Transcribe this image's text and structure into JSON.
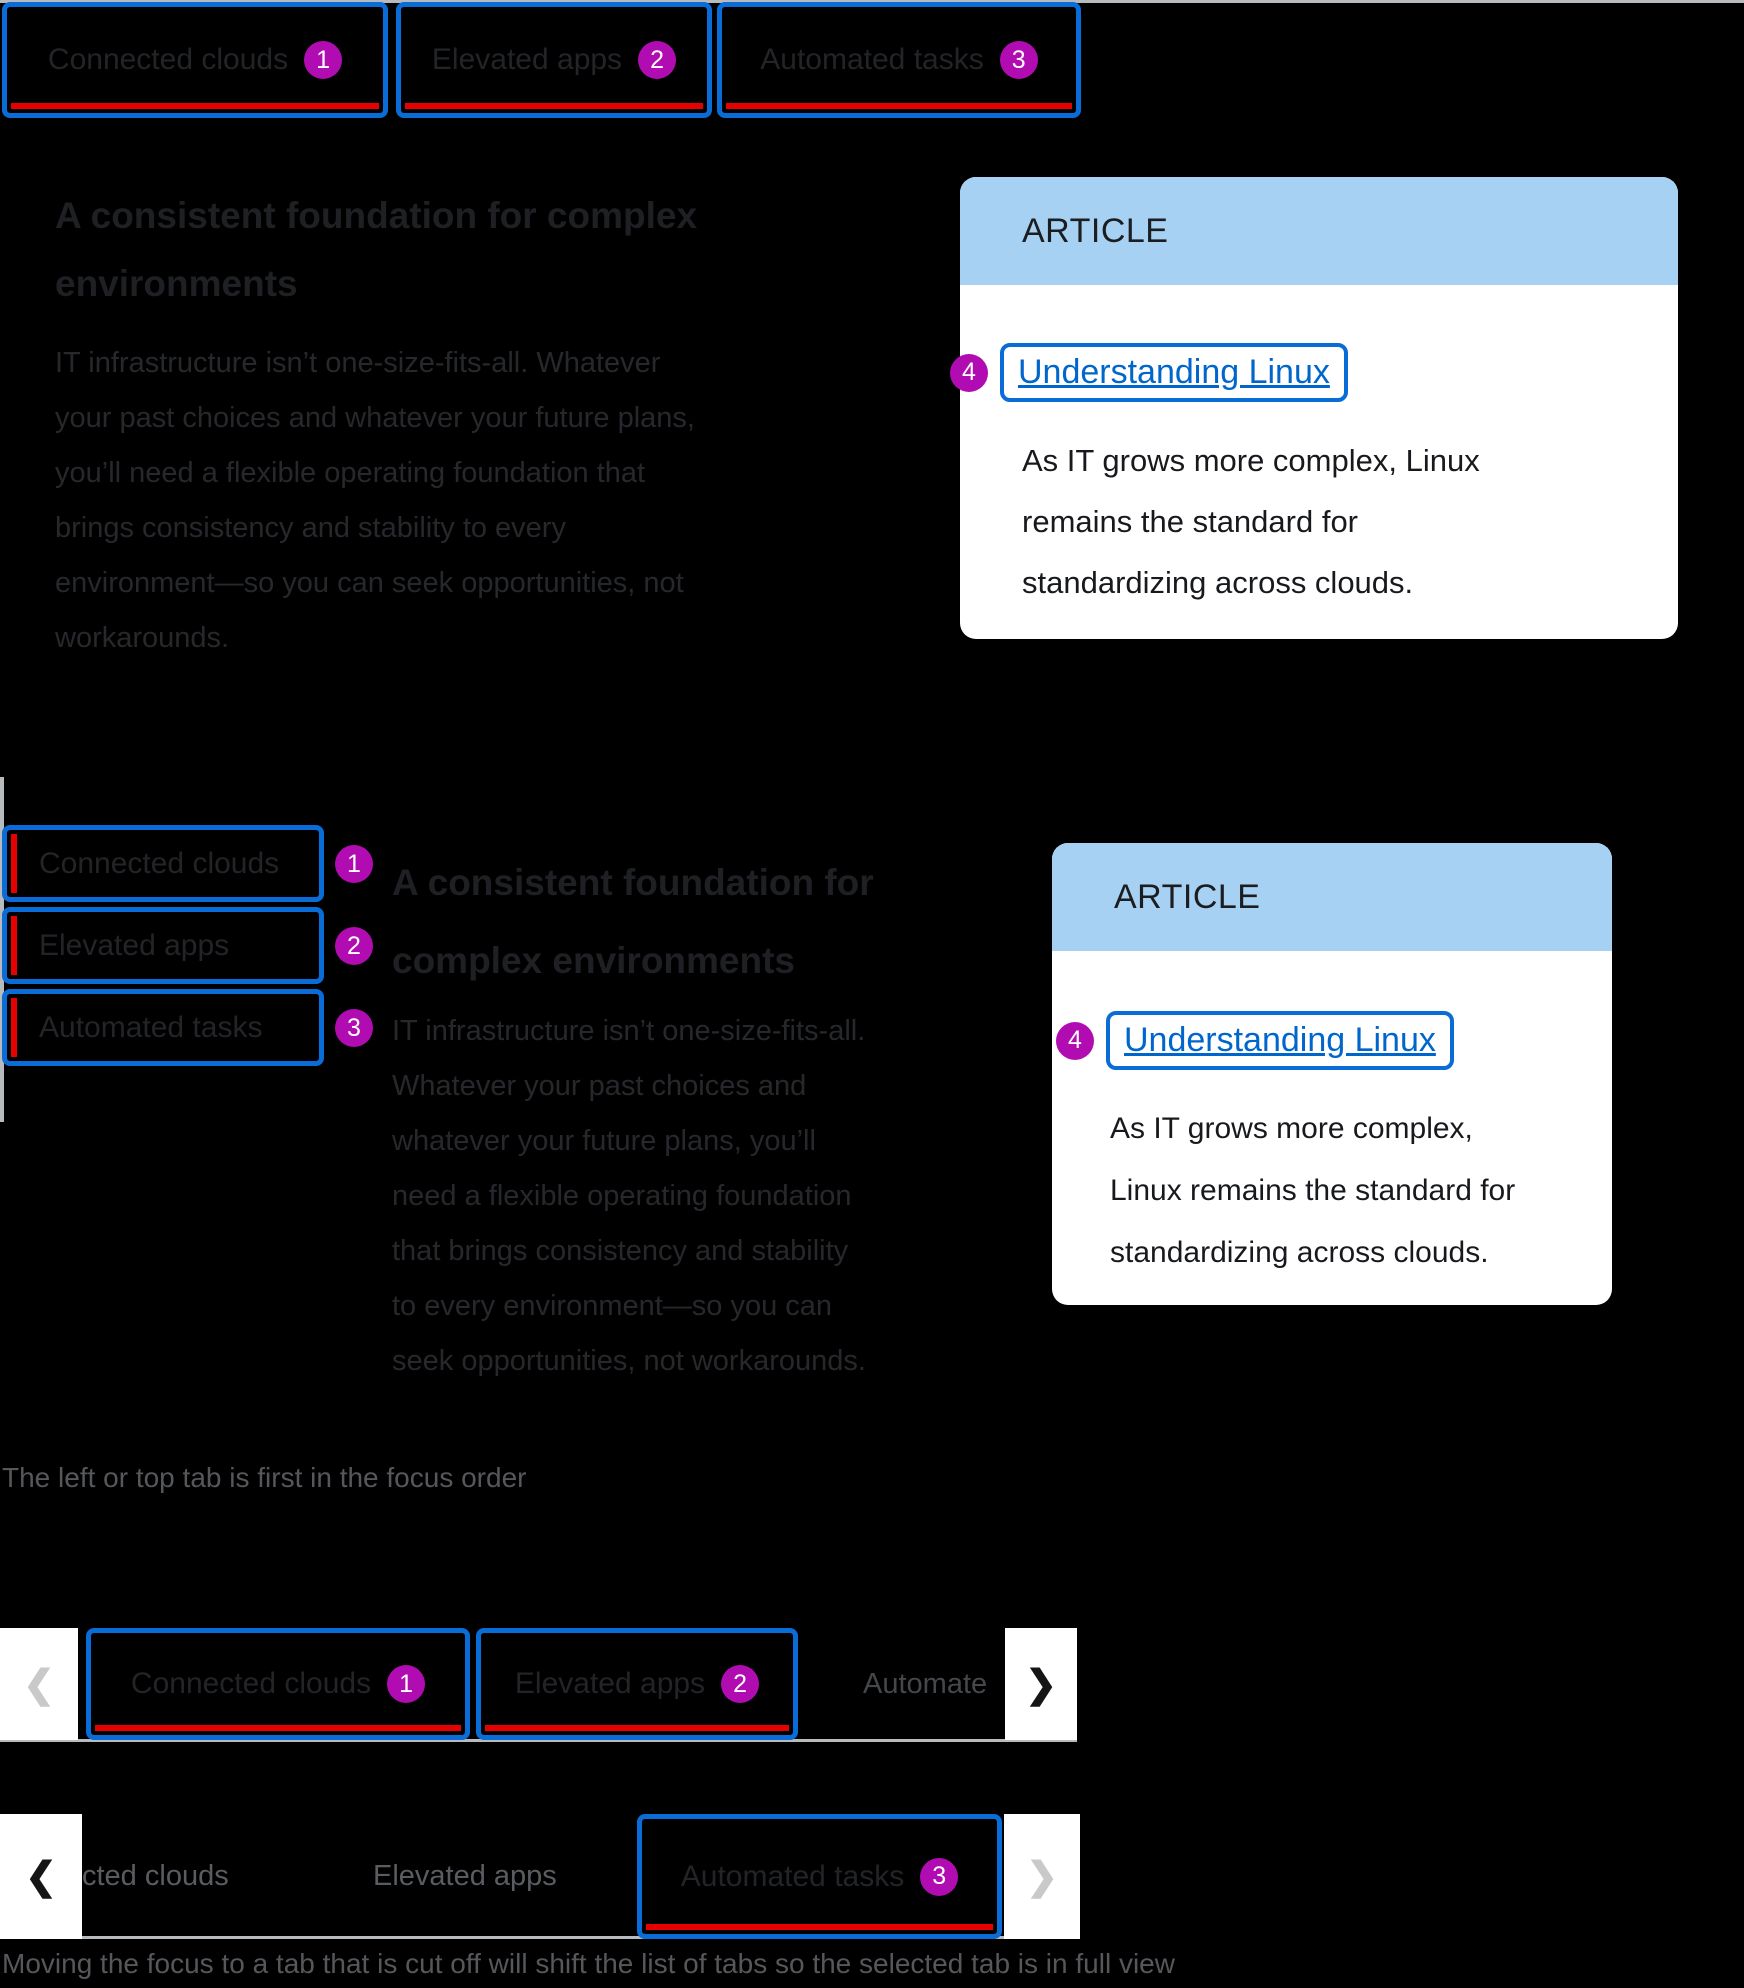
{
  "colors": {
    "background": "#000000",
    "focus_ring_blue": "#0a6cd6",
    "active_tab_red": "#e60000",
    "annotation_badge_purple": "#b10cb1",
    "card_header_blue": "#a7d1f2",
    "link_blue": "#0066cc",
    "tabbar_border_gray": "#b8bbbe",
    "caption_gray": "#56575b"
  },
  "icons": {
    "chevron_left": "❮",
    "chevron_right": "❯"
  },
  "demo_horizontal": {
    "tabs": [
      {
        "label": "Connected clouds",
        "badge": "1"
      },
      {
        "label": "Elevated apps",
        "badge": "2"
      },
      {
        "label": "Automated tasks",
        "badge": "3"
      }
    ],
    "heading_lines": [
      "A consistent foundation for complex",
      "environments"
    ],
    "paragraph_lines": [
      "IT infrastructure isn’t one-size-fits-all. Whatever",
      "your past choices and whatever your future plans,",
      "you’ll need a flexible operating foundation that",
      "brings consistency and stability to every",
      "environment—so you can seek opportunities, not",
      "workarounds."
    ],
    "card": {
      "label": "ARTICLE",
      "badge": "4",
      "link": "Understanding Linux",
      "body_lines": [
        "As IT grows more complex, Linux",
        "remains the standard for",
        "standardizing across clouds."
      ]
    }
  },
  "demo_vertical": {
    "tabs": [
      {
        "label": "Connected clouds",
        "badge": "1"
      },
      {
        "label": "Elevated apps",
        "badge": "2"
      },
      {
        "label": "Automated tasks",
        "badge": "3"
      }
    ],
    "heading_lines": [
      "A consistent foundation for",
      "complex environments"
    ],
    "paragraph_lines": [
      "IT infrastructure isn’t one-size-fits-all.",
      "Whatever your past choices and",
      "whatever your future plans, you’ll",
      "need a flexible operating foundation",
      "that brings consistency and stability",
      "to every environment—so you can",
      "seek opportunities, not workarounds."
    ],
    "card": {
      "label": "ARTICLE",
      "badge": "4",
      "link": "Understanding Linux",
      "body_lines": [
        "As IT grows more complex,",
        "Linux remains the standard for",
        "standardizing across clouds."
      ]
    }
  },
  "caption_1": "The left or top tab is first in the focus order",
  "demo_overflow": {
    "row_a": {
      "tabs": [
        {
          "label": "Connected clouds",
          "badge": "1"
        },
        {
          "label": "Elevated apps",
          "badge": "2"
        }
      ],
      "clipped_label": "Automate"
    },
    "row_b": {
      "clipped_label": "cted clouds",
      "plain_label": "Elevated apps",
      "focused_tab": {
        "label": "Automated tasks",
        "badge": "3"
      }
    }
  },
  "caption_2": "Moving the focus to a tab that is cut off will shift the list of tabs so the selected tab is in full view"
}
